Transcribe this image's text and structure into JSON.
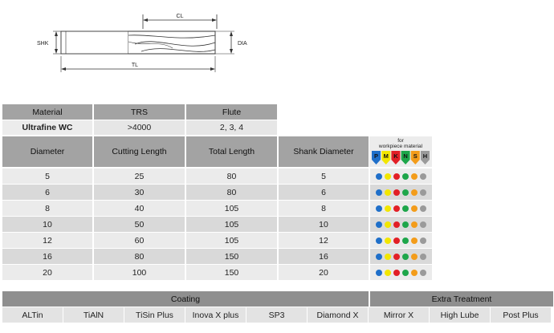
{
  "diagram": {
    "cl": "CL",
    "shk": "SHK",
    "dia": "DIA",
    "tl": "TL"
  },
  "spec": {
    "headers": [
      "Material",
      "TRS",
      "Flute"
    ],
    "values": [
      "Ultrafine WC",
      ">4000",
      "2, 3, 4"
    ]
  },
  "table": {
    "headers": [
      "Diameter",
      "Cutting Length",
      "Total Length",
      "Shank Diameter"
    ],
    "rows": [
      [
        "5",
        "25",
        "80",
        "5"
      ],
      [
        "6",
        "30",
        "80",
        "6"
      ],
      [
        "8",
        "40",
        "105",
        "8"
      ],
      [
        "10",
        "50",
        "105",
        "10"
      ],
      [
        "12",
        "60",
        "105",
        "12"
      ],
      [
        "16",
        "80",
        "150",
        "16"
      ],
      [
        "20",
        "100",
        "150",
        "20"
      ]
    ]
  },
  "material_legend": {
    "title": "for\nworkpiece material",
    "title_line1": "for",
    "title_line2": "workpiece material",
    "codes": [
      {
        "letter": "P",
        "color": "#1f6fc9"
      },
      {
        "letter": "M",
        "color": "#f2e600"
      },
      {
        "letter": "K",
        "color": "#e21f26"
      },
      {
        "letter": "N",
        "color": "#1da64a"
      },
      {
        "letter": "S",
        "color": "#f39c1a"
      },
      {
        "letter": "H",
        "color": "#9a9a9a"
      }
    ]
  },
  "footer": {
    "coating_title": "Coating",
    "extra_title": "Extra Treatment",
    "coatings": [
      "ALTin",
      "TiAlN",
      "TiSin Plus",
      "Inova X plus",
      "SP3",
      "Diamond X"
    ],
    "extras": [
      "Mirror X",
      "High Lube",
      "Post Plus"
    ]
  }
}
